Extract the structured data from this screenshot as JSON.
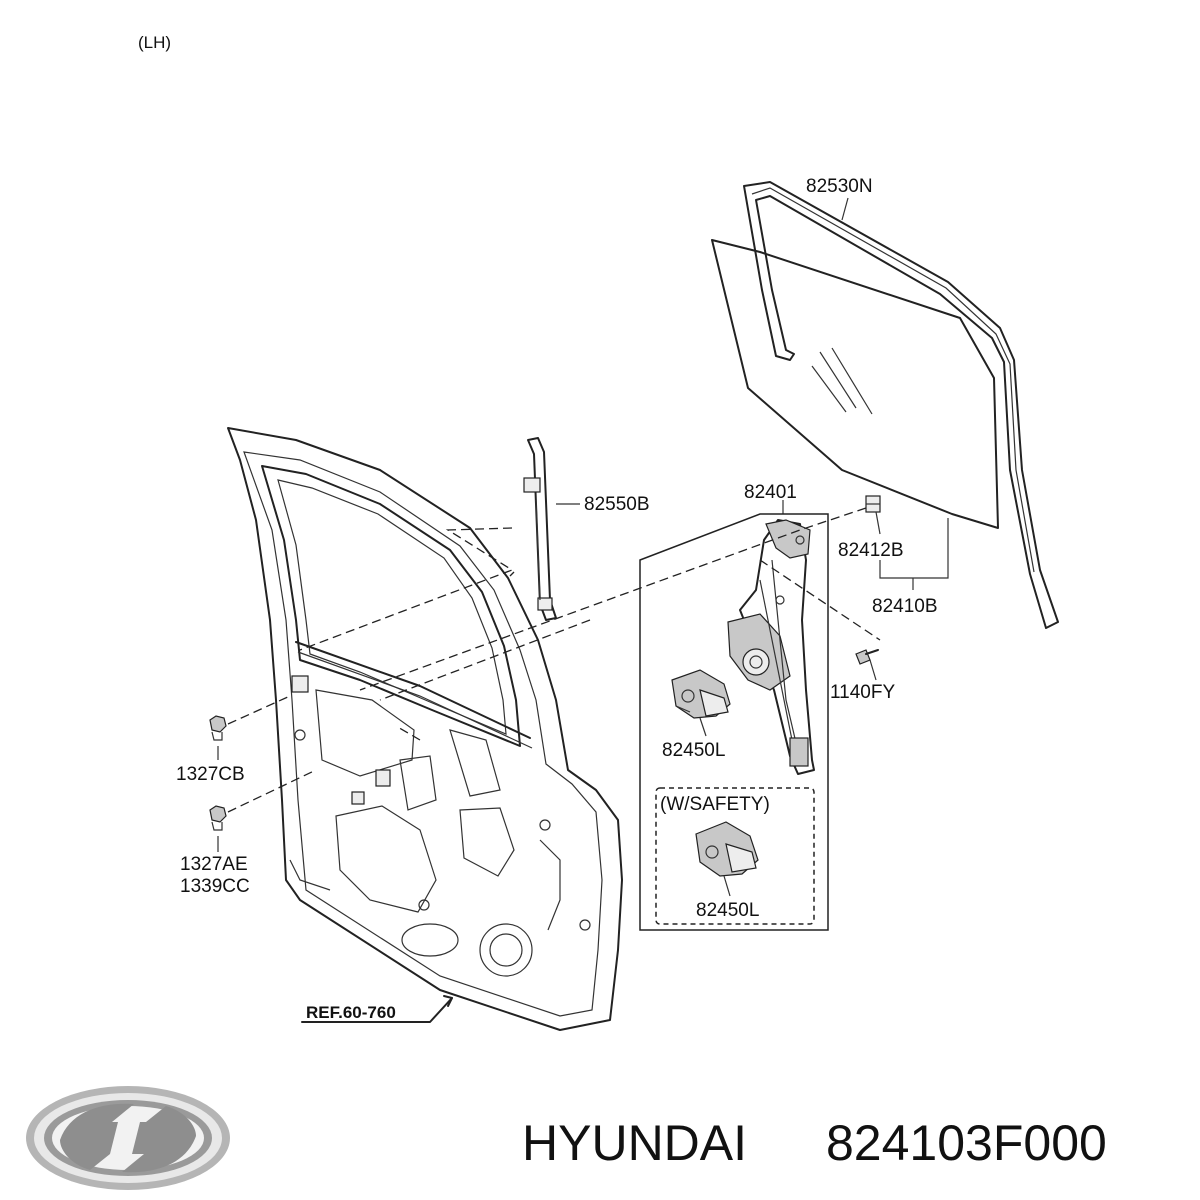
{
  "diagram": {
    "side_label": "(LH)",
    "labels": {
      "glass_run": "82530N",
      "rear_channel": "82550B",
      "regulator": "82401",
      "glass_clip": "82412B",
      "glass_assembly": "82410B",
      "bolt": "1140FY",
      "motor": "82450L",
      "nut_upper": "1327CB",
      "nut_lower_a": "1327AE",
      "nut_lower_b": "1339CC",
      "safety_motor": "82450L",
      "safety_note": "(W/SAFETY)",
      "reference": "REF.60-760"
    }
  },
  "footer": {
    "brand": "HYUNDAI",
    "part_number": "824103F000"
  }
}
